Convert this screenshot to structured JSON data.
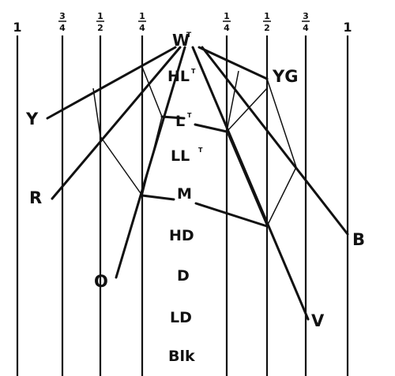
{
  "top_labels": [
    "1",
    "3/4",
    "1/2",
    "1/4",
    "1/4",
    "1/2",
    "3/4",
    "1"
  ],
  "center_labels": [
    "HL",
    "L",
    "LL",
    "M",
    "HD",
    "D",
    "LD",
    "Blk"
  ],
  "superscript_labels": [
    "T",
    "T",
    "T",
    "T"
  ],
  "color_labels": [
    "Y",
    "R",
    "O",
    "YG",
    "B",
    "V"
  ],
  "apex_label": "W",
  "colors": {
    "ink": "#111111",
    "background": "#ffffff"
  }
}
